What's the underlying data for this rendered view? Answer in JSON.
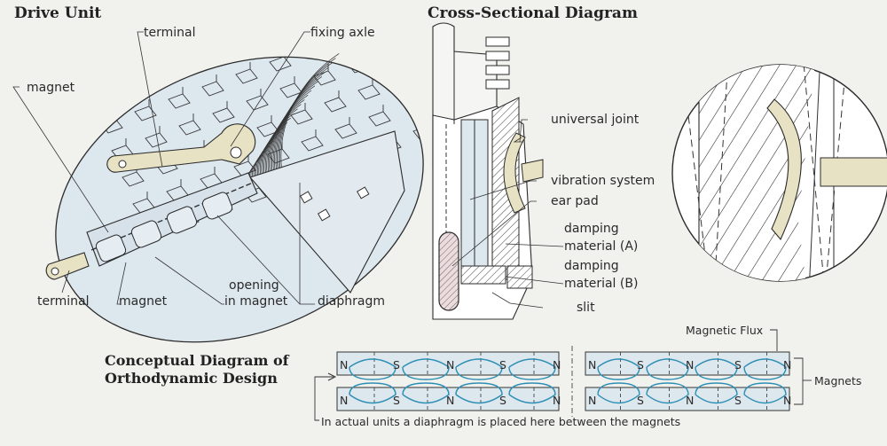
{
  "colors": {
    "paper": "#f1f1ee",
    "line": "#2b2b2b",
    "panel_fill": "#dde7ee",
    "terminal_fill": "#e8e2c4",
    "damping_fill": "#e9d9da",
    "flux": "#2e8fb5"
  },
  "drive_unit": {
    "title": "Drive Unit",
    "labels": {
      "terminal_top": "terminal",
      "fixing_axle": "fixing axle",
      "magnet_left": "magnet",
      "terminal_bottom": "terminal",
      "magnet_bottom": "magnet",
      "opening_line1": "opening",
      "opening_line2": "in magnet",
      "diaphragm": "diaphragm"
    }
  },
  "cross_section": {
    "title": "Cross-Sectional Diagram",
    "labels": {
      "universal_joint": "universal joint",
      "vibration_system": "vibration system",
      "ear_pad": "ear pad",
      "damping_a_line1": "damping",
      "damping_a_line2": "material (A)",
      "damping_b_line1": "damping",
      "damping_b_line2": "material (B)",
      "slit": "slit"
    }
  },
  "orthodynamic": {
    "title_line1": "Conceptual Diagram of",
    "title_line2": "Orthodynamic Design",
    "magnetic_flux_label": "Magnetic Flux",
    "magnets_label": "Magnets",
    "footnote": "In actual units a diaphragm is placed here between the magnets",
    "left_poles": [
      "N",
      "S",
      "N",
      "S",
      "N"
    ],
    "right_poles": [
      "N",
      "S",
      "N",
      "S",
      "N"
    ]
  }
}
